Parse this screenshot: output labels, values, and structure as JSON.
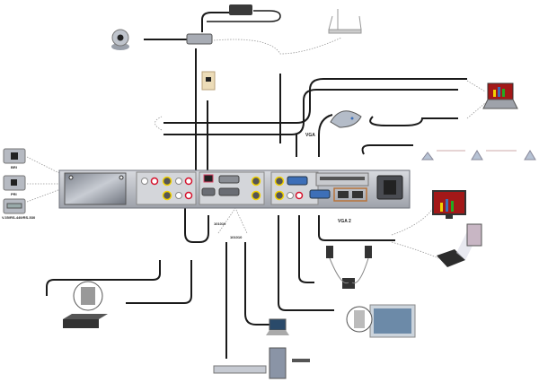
{
  "diagram": {
    "title": "Codec rear-panel connection diagram",
    "network_modules": [
      {
        "id": "bri",
        "label": "BRI"
      },
      {
        "id": "pri",
        "label": "PRI"
      },
      {
        "id": "serial",
        "label": "V.35/RS-449/RS-530"
      }
    ],
    "labels": {
      "vga": "VGA",
      "vga2": "VGA 2",
      "serial_a": "101010",
      "serial_b": "101010"
    },
    "devices": [
      {
        "id": "camera",
        "name": "PTZ camera"
      },
      {
        "id": "camera-power",
        "name": "Camera power supply"
      },
      {
        "id": "mic-pod",
        "name": "Ceiling microphone array"
      },
      {
        "id": "phone-jack",
        "name": "Telephone wall jack"
      },
      {
        "id": "laptop-top",
        "name": "Laptop"
      },
      {
        "id": "speakerphone",
        "name": "Conference speakerphone"
      },
      {
        "id": "table-mics",
        "name": "Table microphones"
      },
      {
        "id": "monitor-vga2",
        "name": "Monitor"
      },
      {
        "id": "projector",
        "name": "Projector"
      },
      {
        "id": "speakers",
        "name": "Speakers with subwoofer"
      },
      {
        "id": "tv",
        "name": "Main display"
      },
      {
        "id": "vcr",
        "name": "VCR / DVD"
      },
      {
        "id": "laptop-bottom",
        "name": "Laptop"
      },
      {
        "id": "network-switch",
        "name": "Network switch"
      },
      {
        "id": "server",
        "name": "Server"
      }
    ],
    "colors": {
      "cable": "#1a1a1a",
      "panel": "#b9bcc3",
      "yellow": "#f2d200",
      "red": "#d4112b",
      "white": "#f4f4f4",
      "blue-port": "#3d6fb8",
      "dotted": "#999999"
    }
  }
}
